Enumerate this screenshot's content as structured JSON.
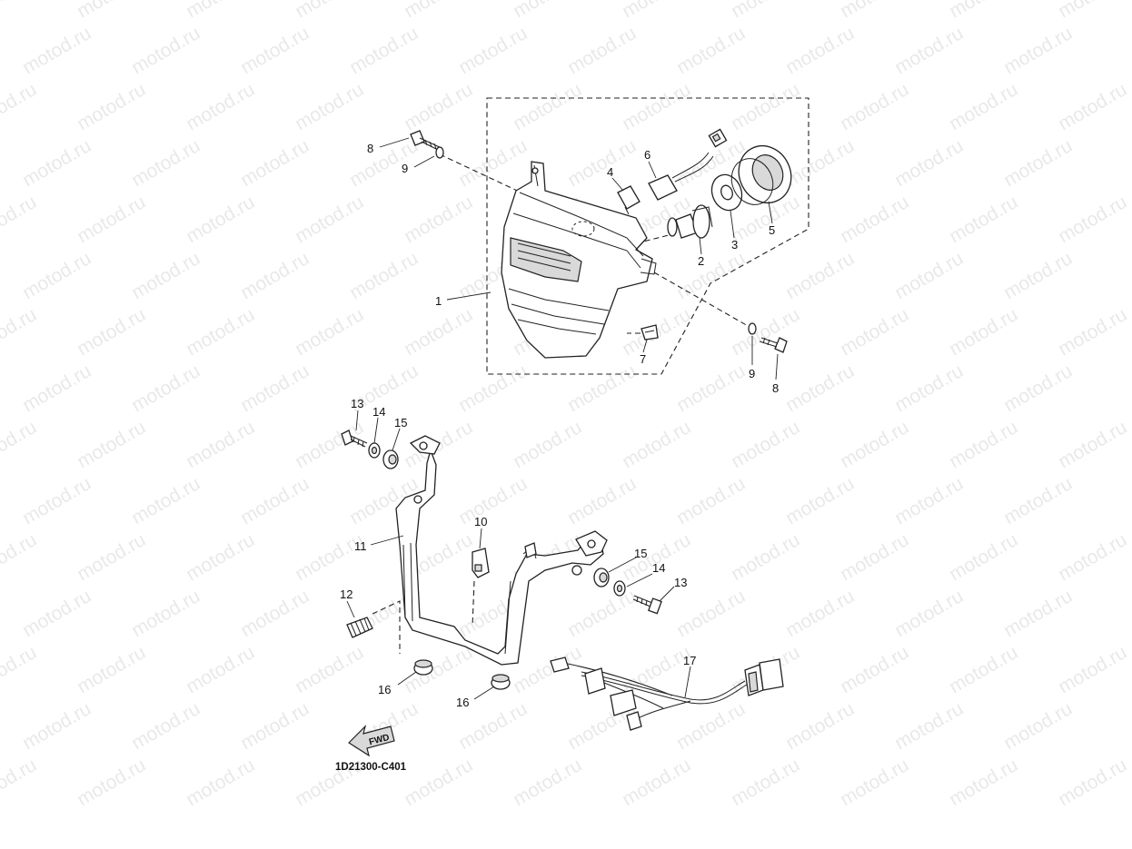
{
  "watermark": {
    "text": "motod.ru"
  },
  "diagram": {
    "code": "1D21300-C401",
    "fwd_label": "FWD",
    "callouts": [
      "1",
      "2",
      "3",
      "4",
      "5",
      "6",
      "7",
      "8",
      "9",
      "8",
      "9",
      "10",
      "11",
      "12",
      "13",
      "14",
      "15",
      "13",
      "14",
      "15",
      "16",
      "16",
      "17"
    ]
  }
}
